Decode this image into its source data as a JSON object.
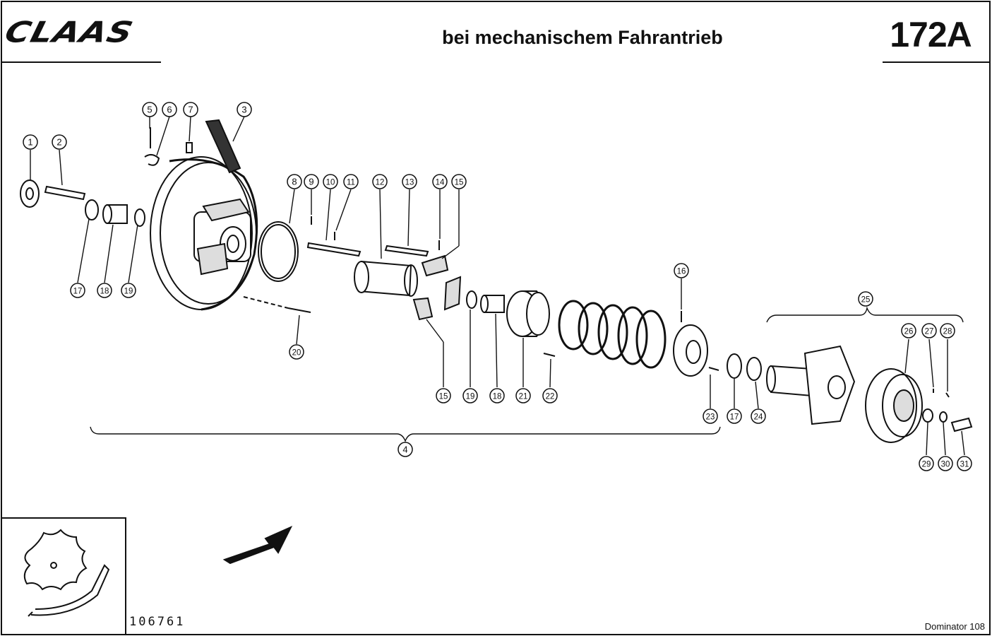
{
  "header": {
    "logo": "CLAAS",
    "title": "bei mechanischem Fahrantrieb",
    "page_number": "172A"
  },
  "footer": {
    "drawing_number": "106761",
    "model": "Dominator 108"
  },
  "callouts": [
    "1",
    "2",
    "3",
    "4",
    "5",
    "6",
    "7",
    "8",
    "9",
    "10",
    "11",
    "12",
    "13",
    "14",
    "15",
    "16",
    "17",
    "18",
    "19",
    "20",
    "21",
    "22",
    "23",
    "24",
    "25",
    "26",
    "27",
    "28",
    "29",
    "30",
    "31"
  ]
}
